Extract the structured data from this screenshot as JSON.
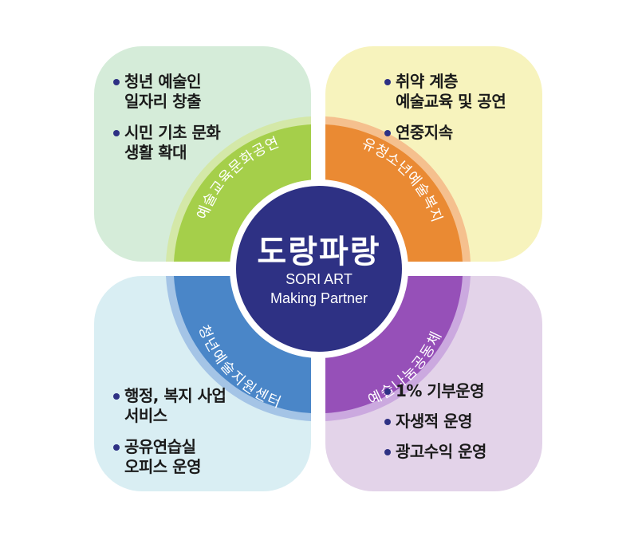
{
  "center": {
    "logo": "도랑파랑",
    "line1": "SORI ART",
    "line2": "Making Partner"
  },
  "segments": [
    {
      "label": "예술교육문화공연",
      "color": "#a5cf4a",
      "ring": "#d4e8a8"
    },
    {
      "label": "유청소년예술복지",
      "color": "#ea8a33",
      "ring": "#f5c08e"
    },
    {
      "label": "청년예술지원센터",
      "color": "#4a86c8",
      "ring": "#a4c4e6"
    },
    {
      "label": "예술나눔공동체",
      "color": "#9650b8",
      "ring": "#cba9df"
    }
  ],
  "panels": {
    "top_left": {
      "bg": "#d5ecd9",
      "items": [
        "청년 예술인\n일자리 창출",
        "시민 기초 문화\n생활 확대"
      ]
    },
    "top_right": {
      "bg": "#f7f3bd",
      "items": [
        "취약 계층\n예술교육 및 공연",
        "연중지속"
      ]
    },
    "bottom_left": {
      "bg": "#d9eef3",
      "items": [
        "행정, 복지 사업\n서비스",
        "공유연습실\n오피스 운영"
      ]
    },
    "bottom_right": {
      "bg": "#e3d3e9",
      "items": [
        "1% 기부운영",
        "자생적 운영",
        "광고수익 운영"
      ]
    }
  },
  "colors": {
    "center": "#2e3184",
    "bullet": "#2e3184"
  }
}
